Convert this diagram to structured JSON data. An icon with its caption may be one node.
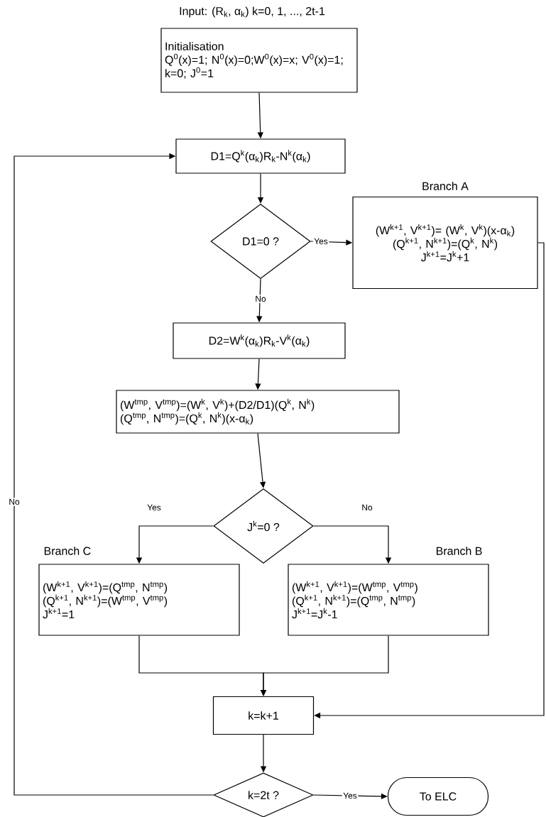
{
  "diagram": {
    "title": "Input: (R$_{k}$, α$_{k}$)  k=0, 1, ..., 2t-1",
    "nodes": [
      {
        "text": [
          "Initialisation",
          "Q$^{0}$(x)=1; N$^{0}$(x)=0;W$^{0}$(x)=x; V$^{0}$(x)=1; k=0; J$^{0}$=1"
        ]
      },
      {
        "text": [
          "D1=Q$^{k}$(α$_{k}$)R$_{k}$-N$^{k}$(α$_{k}$)"
        ]
      },
      {
        "text": [
          "D1=0 ?"
        ]
      },
      {
        "text": [
          "Branch A",
          "(W$^{k+1}$, V$^{k+1}$)= (W$^{k}$, V$^{k}$)(x-α$_{k}$)",
          "(Q$^{k+1}$, N$^{k+1}$)=(Q$^{k}$, N$^{k}$)",
          "J$^{k+1}$=J$^{k}$+1"
        ]
      },
      {
        "text": [
          "D2=W$^{k}$(α$_{k}$)R$_{k}$-V$^{k}$(α$_{k}$)"
        ]
      },
      {
        "text": [
          "(W$^{tmp}$, V$^{tmp}$)=(W$^{k}$, V$^{k}$)+(D2/D1)(Q$^{k}$, N$^{k}$)",
          "(Q$^{tmp}$, N$^{tmp}$)=(Q$^{k}$, N$^{k}$)(x-α$_{k}$)"
        ]
      },
      {
        "text": [
          "J$^{k}$=0 ?"
        ]
      },
      {
        "text": [
          "Branch C",
          "(W$^{k+1}$, V$^{k+1}$)=(Q$^{tmp}$, N$^{tmp}$)",
          "(Q$^{k+1}$, N$^{k+1}$)=(W$^{tmp}$, V$^{tmp}$)",
          "J$^{k+1}$=1"
        ]
      },
      {
        "text": [
          "Branch B",
          "(W$^{k+1}$, V$^{k+1}$)=(W$^{tmp}$, V$^{tmp}$)",
          "(Q$^{k+1}$, N$^{k+1}$)=(Q$^{tmp}$, N$^{tmp}$)",
          "J$^{k+1}$=J$^{k}$-1"
        ]
      },
      {
        "text": [
          "k=k+1"
        ]
      },
      {
        "text": [
          "k=2t ?"
        ]
      },
      {
        "text": [
          "To ELC"
        ]
      }
    ],
    "edges": [
      {
        "from": 0,
        "to": 1,
        "arrow": "to"
      },
      {
        "from": 1,
        "to": 2,
        "arrow": "to"
      },
      {
        "from": 2,
        "to": 3,
        "arrow": "to",
        "label": "Yes"
      },
      {
        "from": 2,
        "to": 4,
        "arrow": "to",
        "label": "No"
      },
      {
        "from": 4,
        "to": 5,
        "arrow": "to"
      },
      {
        "from": 5,
        "to": 6,
        "arrow": "to"
      },
      {
        "from": 6,
        "to": 7,
        "arrow": "to",
        "label": "Yes"
      },
      {
        "from": 6,
        "to": 8,
        "arrow": "to",
        "label": "No"
      },
      {
        "from": 7,
        "to": 9,
        "arrow": "to"
      },
      {
        "from": 8,
        "to": 9,
        "arrow": "to"
      },
      {
        "from": 3,
        "to": 9,
        "arrow": "to"
      },
      {
        "from": 9,
        "to": 10,
        "arrow": "to"
      },
      {
        "from": 10,
        "to": 11,
        "arrow": "to",
        "label": "Yes"
      },
      {
        "from": 10,
        "to": 1,
        "arrow": "to",
        "label": "No"
      }
    ]
  }
}
